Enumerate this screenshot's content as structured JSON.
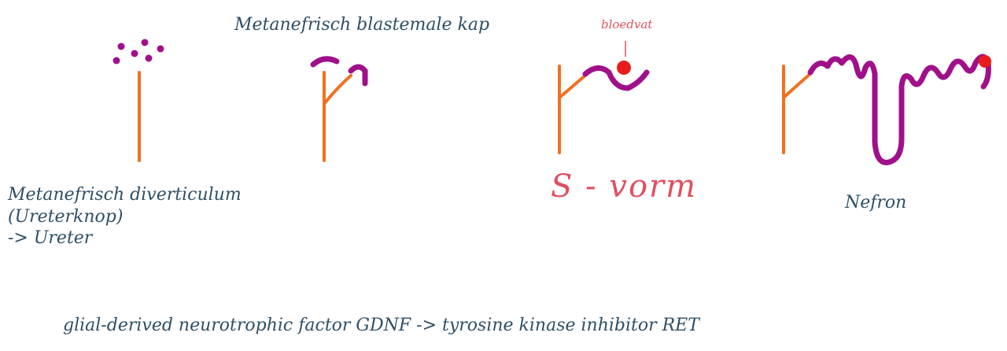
{
  "labels": {
    "blastemale_kap": "Metanefrisch blastemale kap",
    "diverticulum_line1": "Metanefrisch diverticulum",
    "diverticulum_line2": "(Ureterknop)",
    "diverticulum_line3": "-> Ureter",
    "bloedvat": "bloedvat",
    "s_vorm": "S - vorm",
    "nefron": "Nefron",
    "footer": "glial-derived neurotrophic factor GDNF -> tyrosine kinase inhibitor RET"
  },
  "colors": {
    "ureter_orange": "#f07020",
    "blastema_purple": "#a0108a",
    "blood_red": "#e81c1c",
    "ink_blue": "#2f4f66",
    "annotation_red": "#e05060"
  }
}
